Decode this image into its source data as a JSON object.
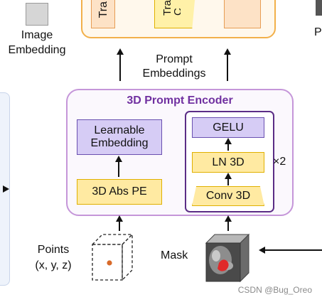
{
  "top": {
    "block1_text": "Tra",
    "block2_text": "Tra\nC",
    "right_text": "P"
  },
  "image_embedding": {
    "line1": "Image",
    "line2": "Embedding"
  },
  "prompt_embeddings": {
    "line1": "Prompt",
    "line2": "Embeddings"
  },
  "encoder": {
    "title": "3D Prompt Encoder",
    "learnable_line1": "Learnable",
    "learnable_line2": "Embedding",
    "abs_pe": "3D Abs PE",
    "gelu": "GELU",
    "ln": "LN 3D",
    "conv": "Conv 3D",
    "repeat": "×2"
  },
  "inputs": {
    "points_line1": "Points",
    "points_line2": "(x, y, z)",
    "mask": "Mask"
  },
  "watermark": "CSDN @Bug_Oreo"
}
